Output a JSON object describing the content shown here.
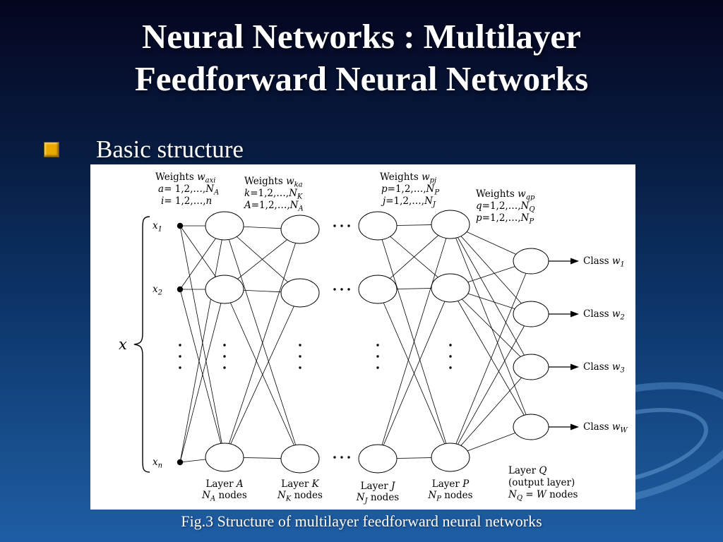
{
  "slide": {
    "title_lines": [
      "Neural Networks : Multilayer",
      "Feedforward Neural Networks"
    ],
    "bullet_label": "Basic structure",
    "caption": "Fig.3 Structure of multilayer feedforward neural networks"
  },
  "colors": {
    "background_top": "#05051f",
    "background_bottom": "#1e5da5",
    "bullet_square": "#eaa800",
    "slide_text": "#ffffff",
    "diagram_background": "#ffffff",
    "diagram_ink": "#000000"
  },
  "diagram": {
    "weight_labels": [
      {
        "lines": [
          [
            {
              "t": "Weights "
            },
            {
              "t": "w",
              "i": true
            },
            {
              "t": "axi",
              "i": true,
              "sub": true
            }
          ],
          [
            {
              "t": "a",
              "i": true
            },
            {
              "t": "= 1,2,…,"
            },
            {
              "t": "N",
              "i": true
            },
            {
              "t": "A",
              "i": true,
              "sub": true
            }
          ],
          [
            {
              "t": "i",
              "i": true
            },
            {
              "t": "= 1,2,…,"
            },
            {
              "t": "n",
              "i": true
            }
          ]
        ]
      },
      {
        "lines": [
          [
            {
              "t": "Weights "
            },
            {
              "t": "w",
              "i": true
            },
            {
              "t": "ka",
              "i": true,
              "sub": true
            }
          ],
          [
            {
              "t": "k",
              "i": true
            },
            {
              "t": "=1,2,…,"
            },
            {
              "t": "N",
              "i": true
            },
            {
              "t": "K",
              "i": true,
              "sub": true
            }
          ],
          [
            {
              "t": "A",
              "i": true
            },
            {
              "t": "=1,2,…,"
            },
            {
              "t": "N",
              "i": true
            },
            {
              "t": "A",
              "i": true,
              "sub": true
            }
          ]
        ]
      },
      {
        "lines": [
          [
            {
              "t": "Weights "
            },
            {
              "t": "w",
              "i": true
            },
            {
              "t": "pj",
              "i": true,
              "sub": true
            }
          ],
          [
            {
              "t": "p",
              "i": true
            },
            {
              "t": "=1,2,…,"
            },
            {
              "t": "N",
              "i": true
            },
            {
              "t": "P",
              "i": true,
              "sub": true
            }
          ],
          [
            {
              "t": "j",
              "i": true
            },
            {
              "t": "=1,2,…,"
            },
            {
              "t": "N",
              "i": true
            },
            {
              "t": "J",
              "i": true,
              "sub": true
            }
          ]
        ]
      },
      {
        "lines": [
          [
            {
              "t": "Weights "
            },
            {
              "t": "w",
              "i": true
            },
            {
              "t": "qp",
              "i": true,
              "sub": true
            }
          ],
          [
            {
              "t": "q",
              "i": true
            },
            {
              "t": "=1,2,…,"
            },
            {
              "t": "N",
              "i": true
            },
            {
              "t": "Q",
              "i": true,
              "sub": true
            }
          ],
          [
            {
              "t": "p",
              "i": true
            },
            {
              "t": "=1,2,…,"
            },
            {
              "t": "N",
              "i": true
            },
            {
              "t": "P",
              "i": true,
              "sub": true
            }
          ]
        ]
      }
    ],
    "input_labels": [
      [
        {
          "t": "x",
          "i": true
        },
        {
          "t": "1",
          "i": true,
          "sub": true
        }
      ],
      [
        {
          "t": "x",
          "i": true
        },
        {
          "t": "2",
          "i": true,
          "sub": true
        }
      ],
      [
        {
          "t": "x",
          "i": true
        },
        {
          "t": "n",
          "i": true,
          "sub": true
        }
      ]
    ],
    "brace_label": [
      {
        "t": "x",
        "i": true
      }
    ],
    "class_labels": [
      [
        {
          "t": "Class "
        },
        {
          "t": "w",
          "i": true
        },
        {
          "t": "1",
          "i": true,
          "sub": true
        }
      ],
      [
        {
          "t": "Class "
        },
        {
          "t": "w",
          "i": true
        },
        {
          "t": "2",
          "i": true,
          "sub": true
        }
      ],
      [
        {
          "t": "Class "
        },
        {
          "t": "w",
          "i": true
        },
        {
          "t": "3",
          "i": true,
          "sub": true
        }
      ],
      [
        {
          "t": "Class "
        },
        {
          "t": "w",
          "i": true
        },
        {
          "t": "W",
          "i": true,
          "sub": true
        }
      ]
    ],
    "layer_labels": [
      {
        "lines": [
          [
            {
              "t": "Layer "
            },
            {
              "t": "A",
              "i": true
            }
          ],
          [
            {
              "t": "N",
              "i": true
            },
            {
              "t": "A",
              "i": true,
              "sub": true
            },
            {
              "t": " nodes"
            }
          ]
        ]
      },
      {
        "lines": [
          [
            {
              "t": "Layer "
            },
            {
              "t": "K",
              "i": true
            }
          ],
          [
            {
              "t": "N",
              "i": true
            },
            {
              "t": "K",
              "i": true,
              "sub": true
            },
            {
              "t": " nodes"
            }
          ]
        ]
      },
      {
        "lines": [
          [
            {
              "t": "Layer "
            },
            {
              "t": "J",
              "i": true
            }
          ],
          [
            {
              "t": "N",
              "i": true
            },
            {
              "t": "J",
              "i": true,
              "sub": true
            },
            {
              "t": " nodes"
            }
          ]
        ]
      },
      {
        "lines": [
          [
            {
              "t": "Layer "
            },
            {
              "t": "P",
              "i": true
            }
          ],
          [
            {
              "t": "N",
              "i": true
            },
            {
              "t": "P",
              "i": true,
              "sub": true
            },
            {
              "t": " nodes"
            }
          ]
        ]
      },
      {
        "lines": [
          [
            {
              "t": "Layer "
            },
            {
              "t": "Q",
              "i": true
            }
          ],
          [
            {
              "t": "(output layer)"
            }
          ],
          [
            {
              "t": "N",
              "i": true
            },
            {
              "t": "Q",
              "i": true,
              "sub": true
            },
            {
              "t": " = "
            },
            {
              "t": "W",
              "i": true
            },
            {
              "t": " nodes"
            }
          ]
        ]
      }
    ]
  }
}
